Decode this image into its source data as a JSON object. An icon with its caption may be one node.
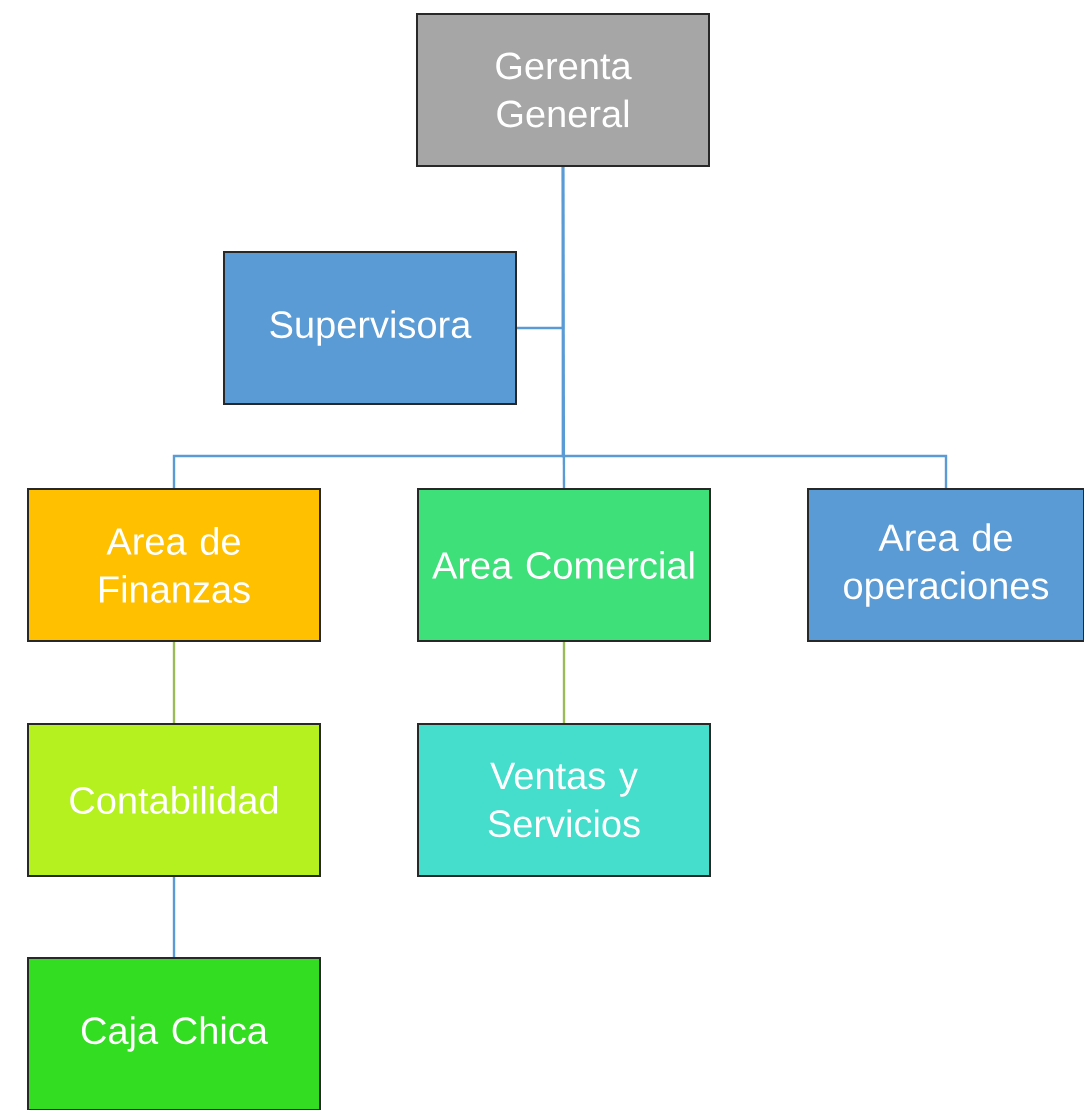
{
  "diagram": {
    "nodes": [
      {
        "text": [
          "Gerenta General"
        ]
      },
      {
        "text": [
          "Supervisora"
        ]
      },
      {
        "text": [
          "Area de Finanzas"
        ]
      },
      {
        "text": [
          "Area Comercial"
        ]
      },
      {
        "text": [
          "Area de operaciones"
        ]
      },
      {
        "text": [
          "Contabilidad"
        ]
      },
      {
        "text": [
          "Ventas y Servicios"
        ]
      },
      {
        "text": [
          "Caja Chica"
        ]
      }
    ],
    "edges": [
      {
        "from": 0,
        "to": 1,
        "arrow": "none"
      },
      {
        "from": 0,
        "to": 2,
        "arrow": "none"
      },
      {
        "from": 0,
        "to": 3,
        "arrow": "none"
      },
      {
        "from": 0,
        "to": 4,
        "arrow": "none"
      },
      {
        "from": 2,
        "to": 5,
        "arrow": "none",
        "color": "#9bbb59"
      },
      {
        "from": 3,
        "to": 6,
        "arrow": "none",
        "color": "#9bbb59"
      },
      {
        "from": 5,
        "to": 7,
        "arrow": "none"
      }
    ]
  }
}
